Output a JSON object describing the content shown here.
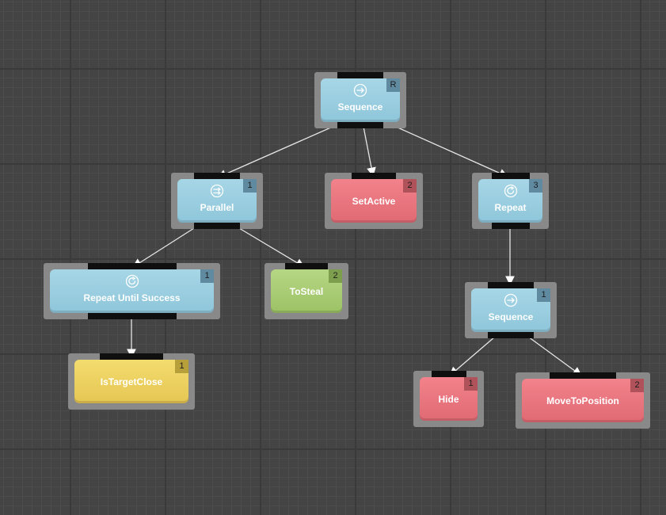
{
  "tree": {
    "nodes": [
      {
        "id": "sequence-root",
        "label": "Sequence",
        "badge": "R",
        "kind": "composite",
        "icon": "sequence-icon"
      },
      {
        "id": "parallel",
        "label": "Parallel",
        "badge": "1",
        "kind": "composite",
        "icon": "parallel-icon"
      },
      {
        "id": "set-active",
        "label": "SetActive",
        "badge": "2",
        "kind": "action",
        "icon": ""
      },
      {
        "id": "repeat",
        "label": "Repeat",
        "badge": "3",
        "kind": "composite",
        "icon": "repeat-icon"
      },
      {
        "id": "repeat-until-success",
        "label": "Repeat Until Success",
        "badge": "1",
        "kind": "composite",
        "icon": "repeat-icon"
      },
      {
        "id": "to-steal",
        "label": "ToSteal",
        "badge": "2",
        "kind": "green",
        "icon": ""
      },
      {
        "id": "sequence-2",
        "label": "Sequence",
        "badge": "1",
        "kind": "composite",
        "icon": "sequence-icon"
      },
      {
        "id": "is-target-close",
        "label": "IsTargetClose",
        "badge": "1",
        "kind": "conditional",
        "icon": ""
      },
      {
        "id": "hide",
        "label": "Hide",
        "badge": "1",
        "kind": "action",
        "icon": ""
      },
      {
        "id": "move-to-position",
        "label": "MoveToPosition",
        "badge": "2",
        "kind": "action",
        "icon": ""
      }
    ],
    "edges": [
      {
        "from": "sequence-root",
        "to": "parallel"
      },
      {
        "from": "sequence-root",
        "to": "set-active"
      },
      {
        "from": "sequence-root",
        "to": "repeat"
      },
      {
        "from": "parallel",
        "to": "repeat-until-success"
      },
      {
        "from": "parallel",
        "to": "to-steal"
      },
      {
        "from": "repeat",
        "to": "sequence-2"
      },
      {
        "from": "repeat-until-success",
        "to": "is-target-close"
      },
      {
        "from": "sequence-2",
        "to": "hide"
      },
      {
        "from": "sequence-2",
        "to": "move-to-position"
      }
    ]
  },
  "colors": {
    "composite": "#9fd0e2",
    "action": "#ec7882",
    "conditional": "#edd262",
    "green": "#a9cc77",
    "edge": "#e6e6e6",
    "background": "#444444"
  }
}
